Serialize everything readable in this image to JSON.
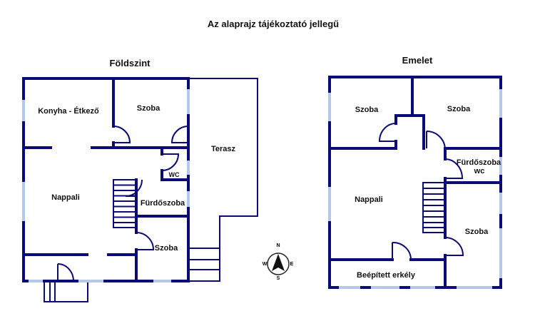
{
  "title": "Az alaprajz tájékoztató jellegű",
  "ground_floor": {
    "heading": "Földszint",
    "rooms": [
      "Konyha - Étkező",
      "Szoba",
      "Terasz",
      "WC",
      "Nappali",
      "Fürdőszoba",
      "Szoba"
    ]
  },
  "upper_floor": {
    "heading": "Emelet",
    "rooms": [
      "Szoba",
      "Szoba",
      "Fürdőszoba",
      "wc",
      "Nappali",
      "Szoba",
      "Beépített erkély"
    ]
  },
  "compass": {
    "n": "N",
    "e": "E",
    "s": "S",
    "w": "W"
  },
  "colors": {
    "wall": "#0b0b78",
    "window": "#b4c8ea"
  }
}
